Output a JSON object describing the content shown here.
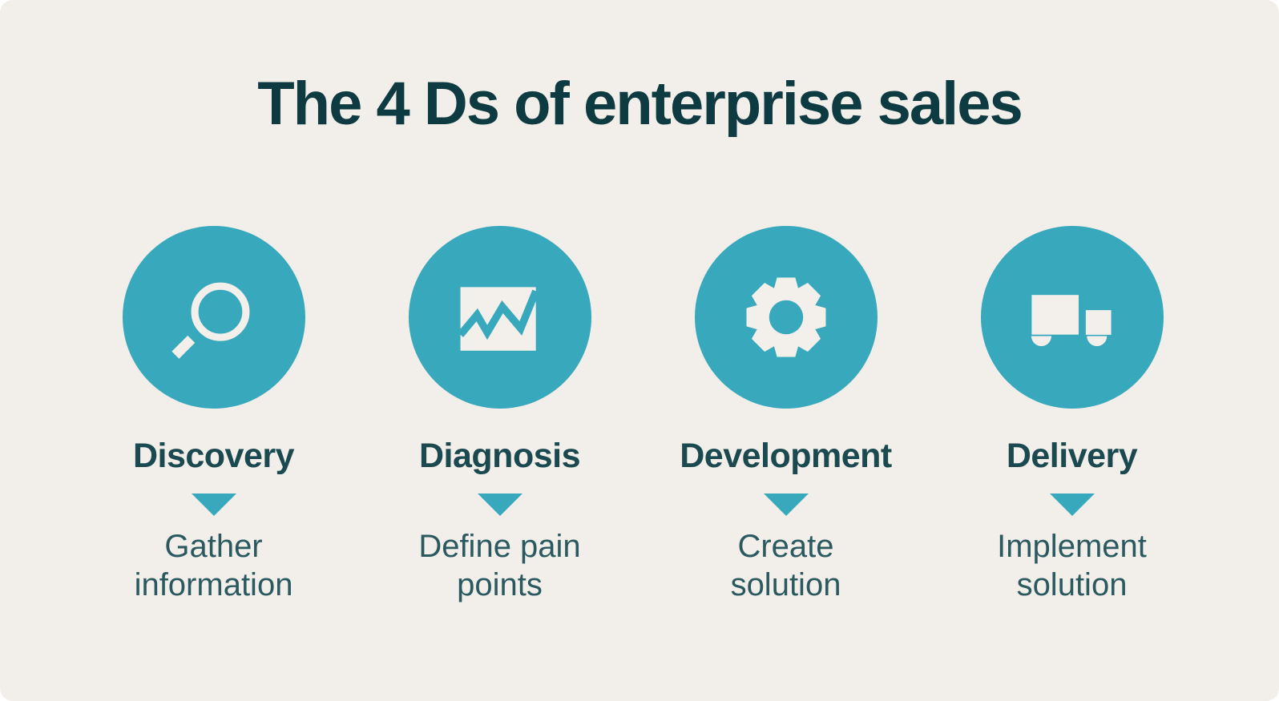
{
  "title": "The 4 Ds of enterprise sales",
  "colors": {
    "background": "#F2EEE9",
    "teal": "#38A8BD",
    "title_text": "#0E3A41",
    "label_text": "#1B4950",
    "description_text": "#2B5960",
    "icon_white": "#F3EFEA"
  },
  "steps": [
    {
      "label": "Discovery",
      "icon": "magnifier-icon",
      "description_line1": "Gather",
      "description_line2": "information"
    },
    {
      "label": "Diagnosis",
      "icon": "line-chart-icon",
      "description_line1": "Define pain",
      "description_line2": "points"
    },
    {
      "label": "Development",
      "icon": "gear-icon",
      "description_line1": "Create",
      "description_line2": "solution"
    },
    {
      "label": "Delivery",
      "icon": "truck-icon",
      "description_line1": "Implement",
      "description_line2": "solution"
    }
  ]
}
